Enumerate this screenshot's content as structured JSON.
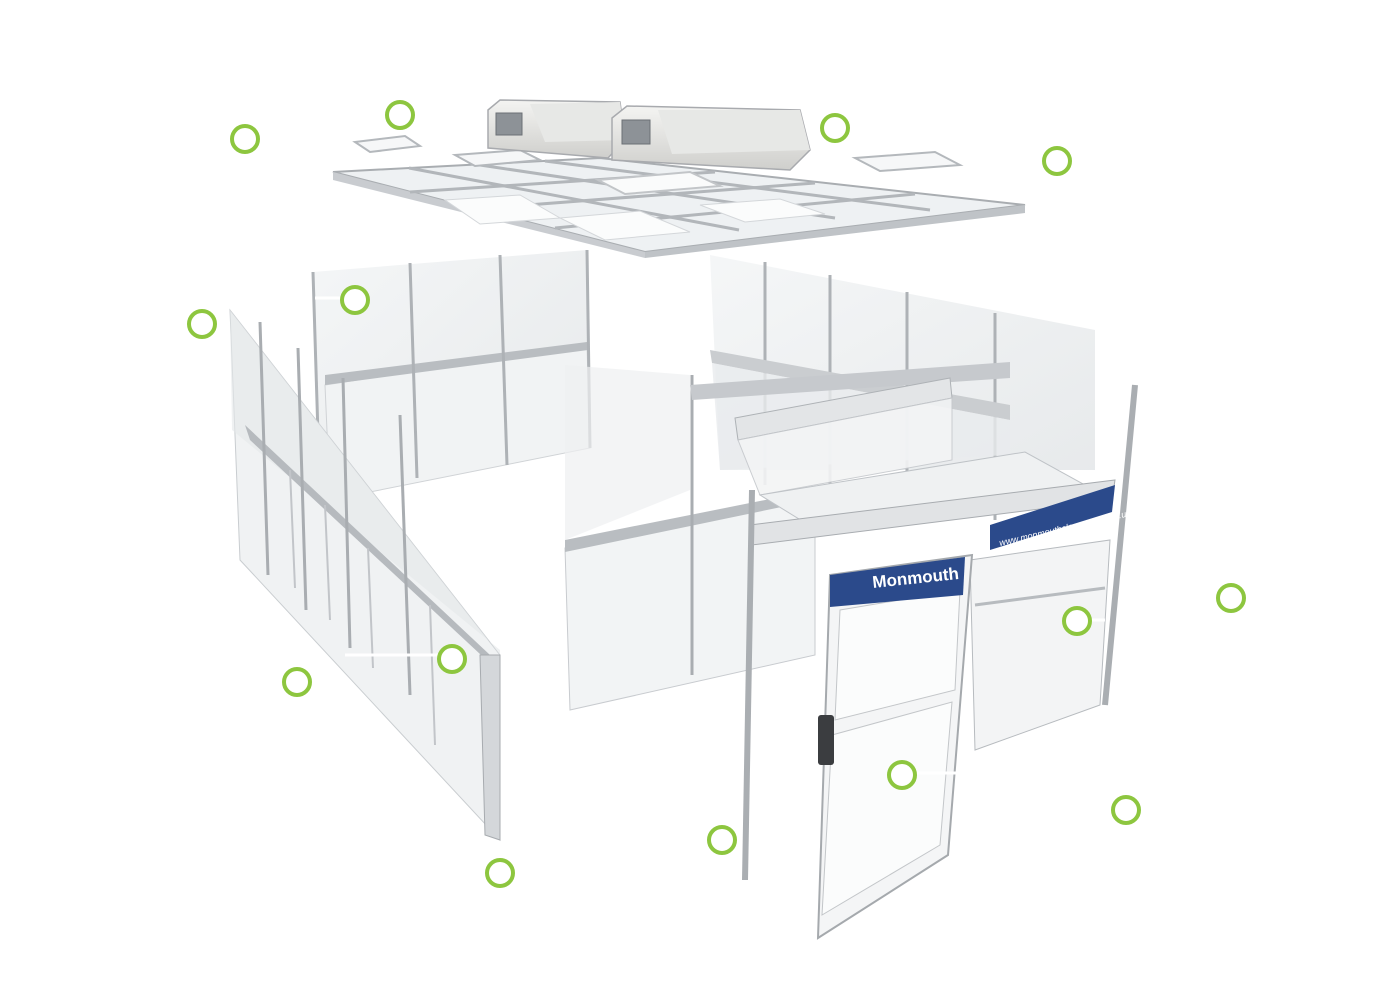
{
  "brand": {
    "name": "Monmouth",
    "website": "www.monmouthcleanrooms.co.uk",
    "banner_color": "#2b4a8b",
    "hotspot_color": "#8dc63f"
  },
  "diagram": {
    "hotspots": [
      {
        "id": "hotspot-top-left"
      },
      {
        "id": "hotspot-ceiling-panel"
      },
      {
        "id": "hotspot-filter-unit"
      },
      {
        "id": "hotspot-ceiling-right"
      },
      {
        "id": "hotspot-back-wall"
      },
      {
        "id": "hotspot-left-side"
      },
      {
        "id": "hotspot-left-wall-end"
      },
      {
        "id": "hotspot-left-bottom"
      },
      {
        "id": "hotspot-wall-foot"
      },
      {
        "id": "hotspot-front-post"
      },
      {
        "id": "hotspot-door"
      },
      {
        "id": "hotspot-right-panel"
      },
      {
        "id": "hotspot-right-outer"
      },
      {
        "id": "hotspot-right-bottom"
      }
    ]
  }
}
